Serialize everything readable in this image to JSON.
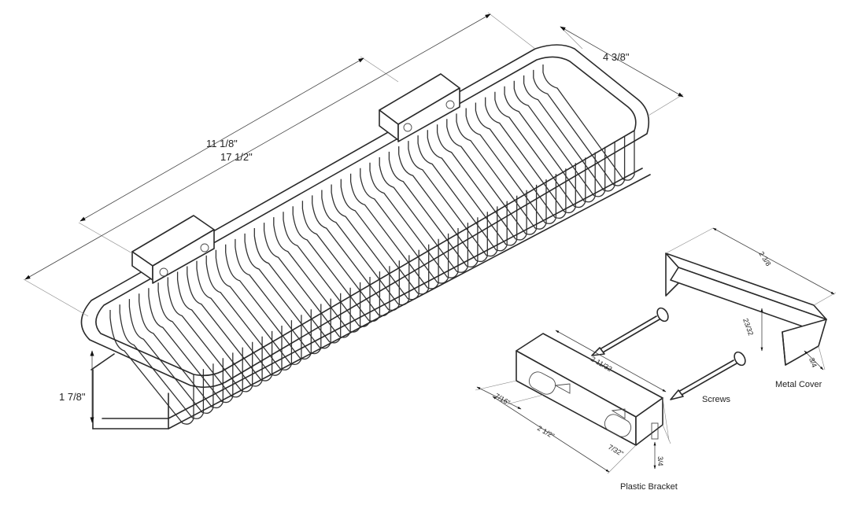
{
  "dimensions": {
    "width_inner": "11 1/8\"",
    "width_overall": "17 1/2\"",
    "depth": "4 3/8\"",
    "height": "1 7/8\"",
    "cover_length": "2 3/8",
    "cover_height": "23/32",
    "cover_width": "3/4",
    "bracket_length": "2 11/32",
    "bracket_span": "2 1/2\"",
    "bracket_hole": "7/16\"",
    "bracket_slot": "7/32\"",
    "bracket_height": "3/4"
  },
  "labels": {
    "screws": "Screws",
    "metal_cover": "Metal Cover",
    "plastic_bracket": "Plastic Bracket"
  }
}
